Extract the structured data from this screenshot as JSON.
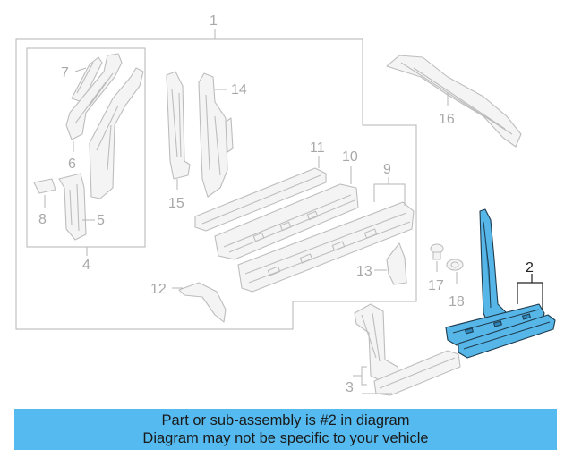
{
  "callouts": {
    "c1": "1",
    "c2": "2",
    "c3": "3",
    "c4": "4",
    "c5": "5",
    "c6": "6",
    "c7": "7",
    "c8": "8",
    "c9": "9",
    "c10": "10",
    "c11": "11",
    "c12": "12",
    "c13": "13",
    "c14": "14",
    "c15": "15",
    "c16": "16",
    "c17": "17",
    "c18": "18"
  },
  "highlight_color": "#57b6e8",
  "banner": {
    "line1": "Part or sub-assembly is #2 in diagram",
    "line2": "Diagram may not be specific to your vehicle",
    "color": "#55baf0"
  }
}
